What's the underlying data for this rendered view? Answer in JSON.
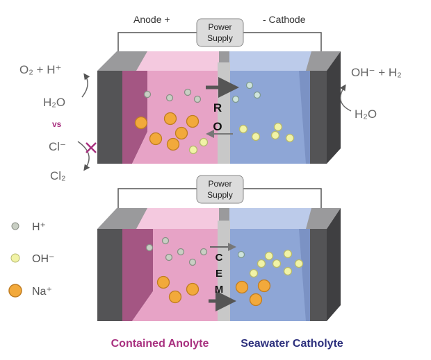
{
  "top_cell": {
    "anode_label": "Anode +",
    "cathode_label": "- Cathode",
    "power_supply": [
      "Power",
      "Supply"
    ],
    "membrane_letters": [
      "R",
      "O"
    ],
    "anode_products": "O₂ + H⁺",
    "anode_reactant": "H₂O",
    "versus": "vs",
    "chloride": "Cl⁻",
    "chlorine": "Cl₂",
    "cathode_products": "OH⁻ + H₂",
    "cathode_reactant": "H₂O"
  },
  "bottom_cell": {
    "power_supply": [
      "Power",
      "Supply"
    ],
    "membrane_letters": [
      "C",
      "E",
      "M"
    ]
  },
  "legend": [
    {
      "label": "H⁺",
      "color": "#c9cfc4"
    },
    {
      "label": "OH⁻",
      "color": "#f1f3a6"
    },
    {
      "label": "Na⁺",
      "color": "#f2a93b"
    }
  ],
  "footer": {
    "anolyte": "Contained Anolyte",
    "catholyte": "Seawater Catholyte"
  },
  "colors": {
    "anolyte": "#a8307f",
    "catholyte": "#2c2f7c",
    "pink": "#e7a3c6",
    "blue": "#8ea6d6",
    "electrode": "#545456"
  }
}
